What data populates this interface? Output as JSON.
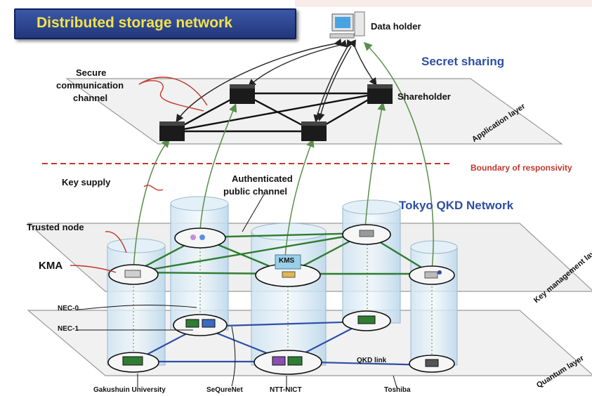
{
  "title": "Distributed storage network",
  "labels": {
    "data_holder": "Data holder",
    "secret_sharing": "Secret sharing",
    "secure_channel": [
      "Secure",
      "communication",
      "channel"
    ],
    "shareholder": "Shareholder",
    "application_layer": "Application layer",
    "boundary": "Boundary of responsivity",
    "key_supply": "Key supply",
    "auth_channel": [
      "Authenticated",
      "public channel"
    ],
    "tokyo_qkd": "Tokyo  QKD Network",
    "trusted_node": "Trusted node",
    "kma": "KMA",
    "kms": "KMS",
    "key_mgmt_layer": "Key management layer",
    "nec0": "NEC-0",
    "nec1": "NEC-1",
    "qkd_link": "QKD link",
    "quantum_layer": "Quantum layer",
    "sites": [
      "Gakushuin University",
      "SeQureNet",
      "NTT-NICT",
      "Toshiba"
    ]
  },
  "colors": {
    "title_bg": "#2a4590",
    "title_text": "#f4e24a",
    "green_arrow": "#5a8e4a",
    "green_link": "#2e7d32",
    "blue_link": "#2f4fa6",
    "boundary": "#c0382b"
  }
}
